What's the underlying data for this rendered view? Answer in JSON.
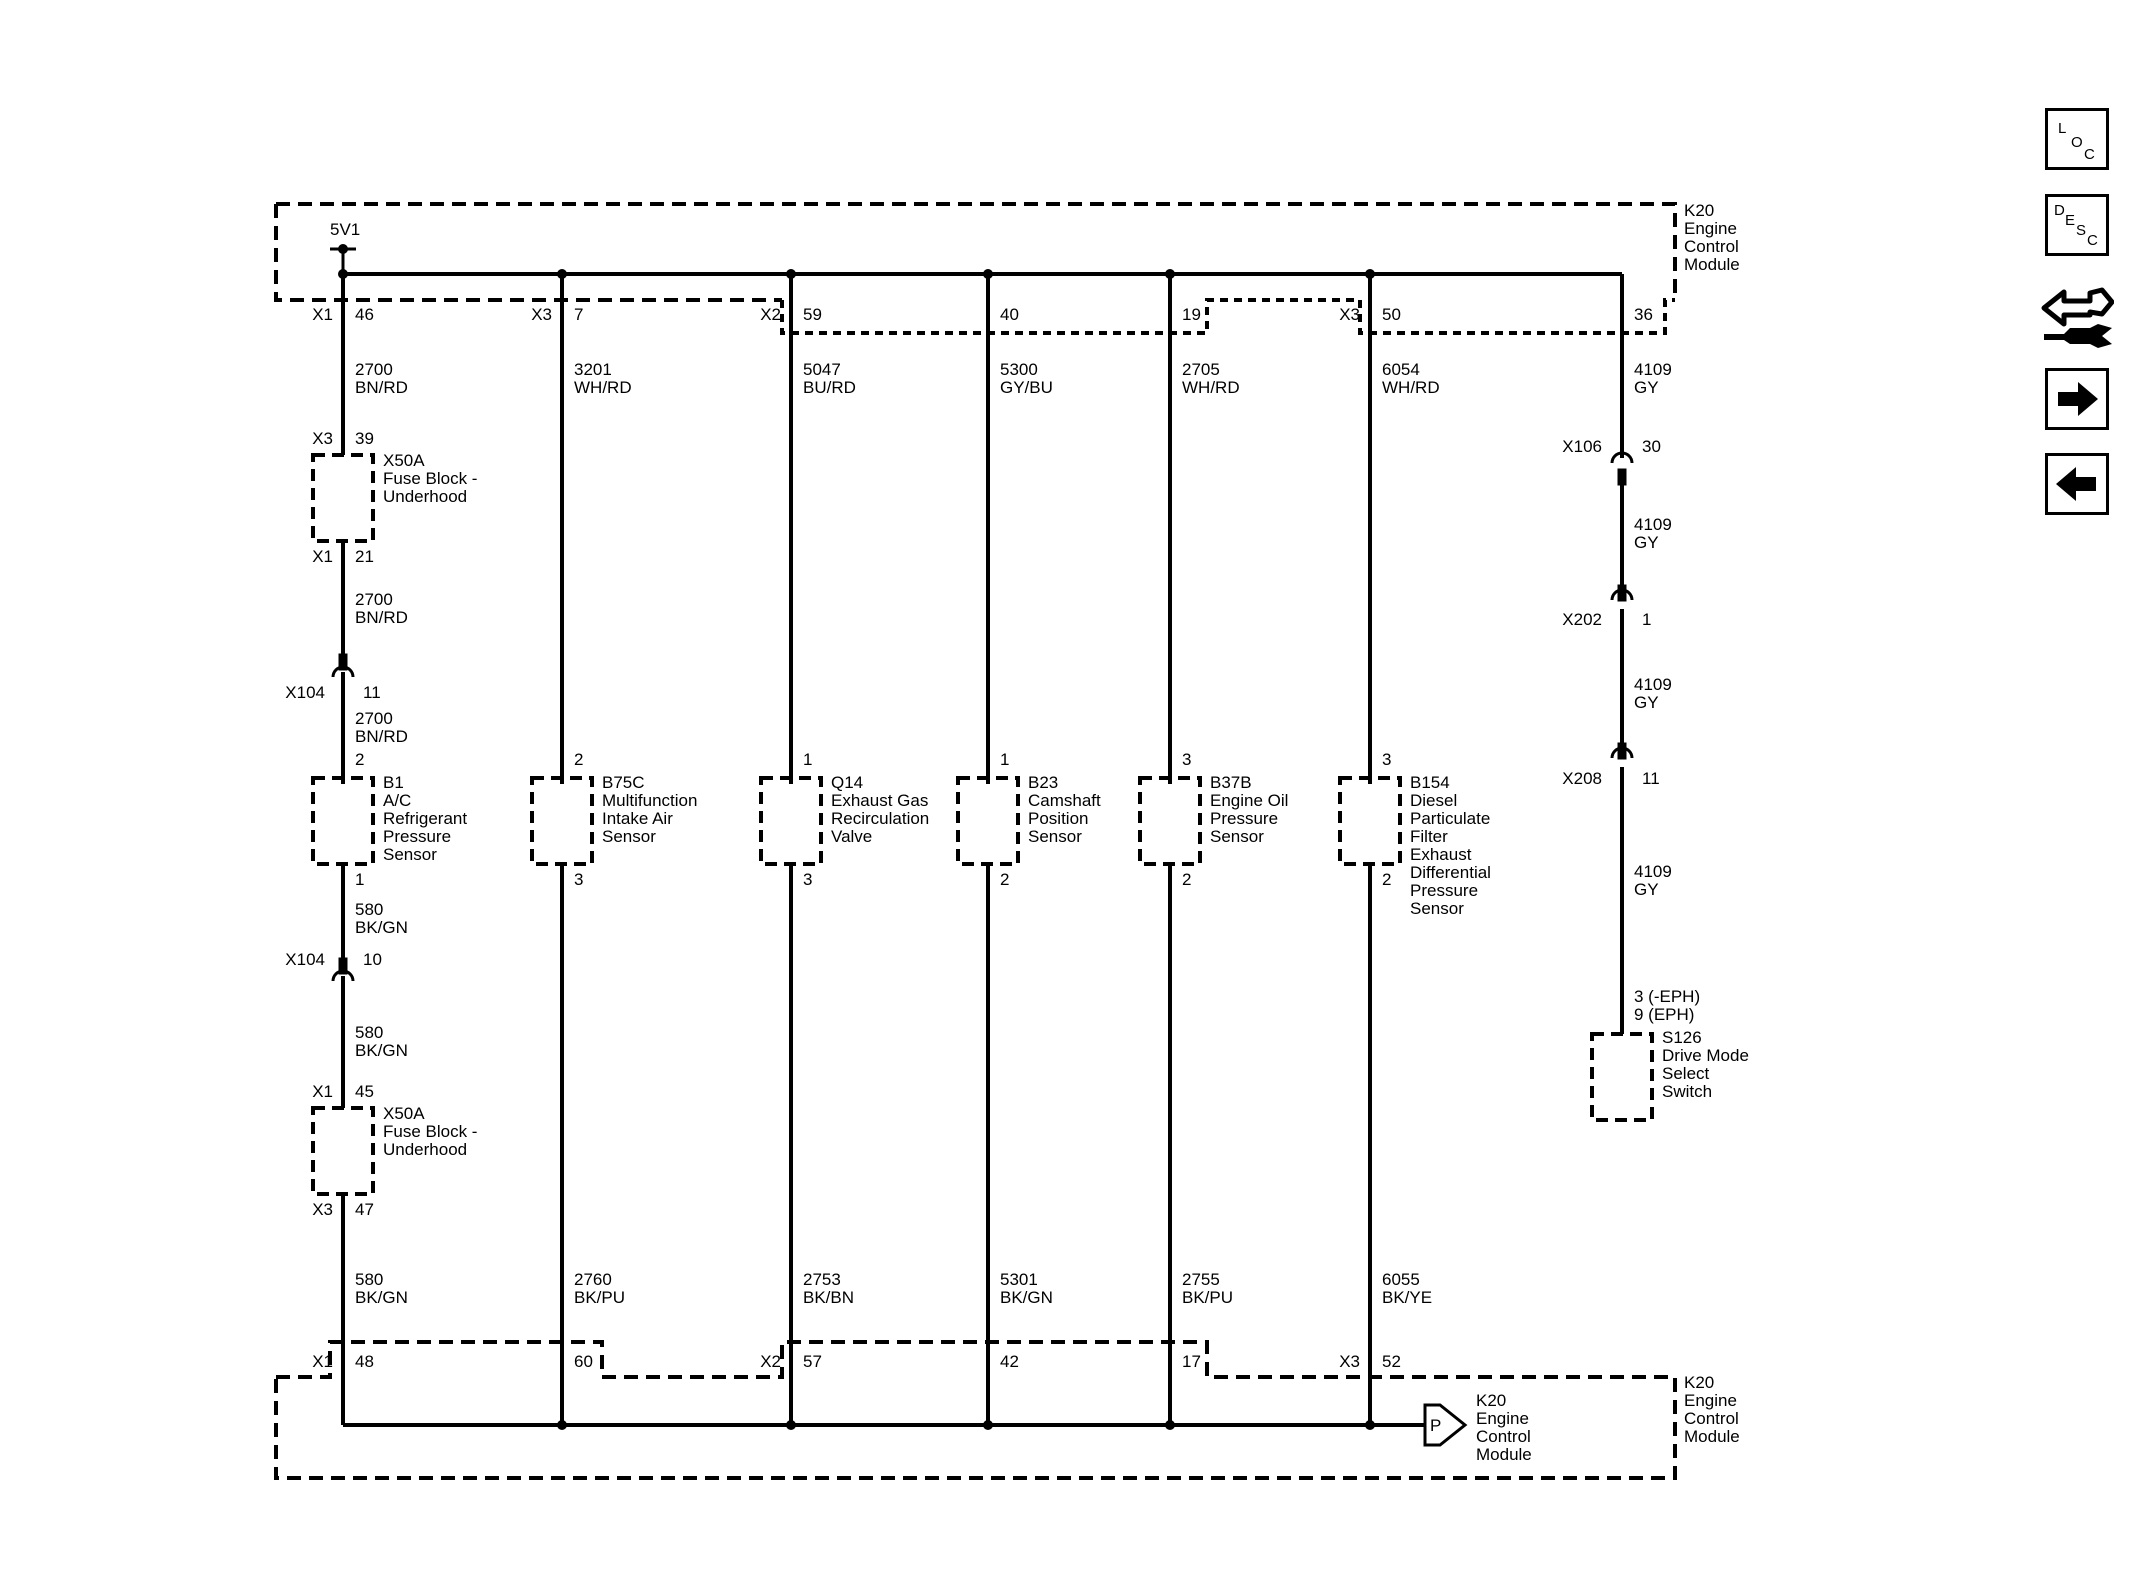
{
  "module_top": {
    "label": "K20\nEngine\nControl\nModule"
  },
  "module_bottom": {
    "label": "K20\nEngine\nControl\nModule"
  },
  "power": {
    "label": "5V1"
  },
  "ground_ref": {
    "label": "K20\nEngine\nControl\nModule",
    "symbol": "P"
  },
  "top_connectors": [
    {
      "id": "X1",
      "pin": "46"
    },
    {
      "id": "X3",
      "pin": "7"
    },
    {
      "id": "X2",
      "pin": "59"
    },
    {
      "id": "",
      "pin": "40"
    },
    {
      "id": "",
      "pin": "19"
    },
    {
      "id": "X3",
      "pin": "50"
    },
    {
      "id": "",
      "pin": "36"
    }
  ],
  "bottom_connectors": [
    {
      "id": "X1",
      "pin": "48"
    },
    {
      "id": "",
      "pin": "60"
    },
    {
      "id": "X2",
      "pin": "57"
    },
    {
      "id": "",
      "pin": "42"
    },
    {
      "id": "",
      "pin": "17"
    },
    {
      "id": "X3",
      "pin": "52"
    }
  ],
  "top_wires": [
    {
      "circuit": "2700",
      "color": "BN/RD"
    },
    {
      "circuit": "3201",
      "color": "WH/RD"
    },
    {
      "circuit": "5047",
      "color": "BU/RD"
    },
    {
      "circuit": "5300",
      "color": "GY/BU"
    },
    {
      "circuit": "2705",
      "color": "WH/RD"
    },
    {
      "circuit": "6054",
      "color": "WH/RD"
    },
    {
      "circuit": "4109",
      "color": "GY"
    }
  ],
  "bottom_wires": [
    {
      "circuit": "580",
      "color": "BK/GN"
    },
    {
      "circuit": "2760",
      "color": "BK/PU"
    },
    {
      "circuit": "2753",
      "color": "BK/BN"
    },
    {
      "circuit": "5301",
      "color": "BK/GN"
    },
    {
      "circuit": "2755",
      "color": "BK/PU"
    },
    {
      "circuit": "6055",
      "color": "BK/YE"
    }
  ],
  "left_branch": {
    "fuse_upper": {
      "top_id": "X3",
      "top_pin": "39",
      "bottom_id": "X1",
      "bottom_pin": "21",
      "label": "X50A\nFuse Block -\nUnderhood"
    },
    "wire_after_fuse_upper": {
      "circuit": "2700",
      "color": "BN/RD"
    },
    "inline_upper": {
      "id": "X104",
      "pin": "11"
    },
    "wire_after_inline_upper": {
      "circuit": "2700",
      "color": "BN/RD"
    },
    "sensor_in_wire": {
      "circuit": "580",
      "color": "BK/GN"
    },
    "inline_lower": {
      "id": "X104",
      "pin": "10"
    },
    "wire_after_inline_lower": {
      "circuit": "580",
      "color": "BK/GN"
    },
    "fuse_lower": {
      "top_id": "X1",
      "top_pin": "45",
      "bottom_id": "X3",
      "bottom_pin": "47",
      "label": "X50A\nFuse Block -\nUnderhood"
    }
  },
  "components": [
    {
      "pin_top": "2",
      "pin_bottom": "1",
      "label": "B1\nA/C\nRefrigerant\nPressure\nSensor"
    },
    {
      "pin_top": "2",
      "pin_bottom": "3",
      "label": "B75C\nMultifunction\nIntake Air\nSensor"
    },
    {
      "pin_top": "1",
      "pin_bottom": "3",
      "label": "Q14\nExhaust Gas\nRecirculation\nValve"
    },
    {
      "pin_top": "1",
      "pin_bottom": "2",
      "label": "B23\nCamshaft\nPosition\nSensor"
    },
    {
      "pin_top": "3",
      "pin_bottom": "2",
      "label": "B37B\nEngine Oil\nPressure\nSensor"
    },
    {
      "pin_top": "3",
      "pin_bottom": "2",
      "label": "B154\nDiesel\nParticulate\nFilter\nExhaust\nDifferential\nPressure\nSensor"
    }
  ],
  "right_branch": {
    "inline1": {
      "id": "X106",
      "pin": "30"
    },
    "wire1": {
      "circuit": "4109",
      "color": "GY"
    },
    "inline2": {
      "id": "X202",
      "pin": "1"
    },
    "wire2": {
      "circuit": "4109",
      "color": "GY"
    },
    "inline3": {
      "id": "X208",
      "pin": "11"
    },
    "wire3": {
      "circuit": "4109",
      "color": "GY"
    },
    "switch_pins": "3 (-EPH)\n9 (EPH)",
    "switch_label": "S126\nDrive Mode\nSelect\nSwitch"
  },
  "nav": {
    "loc": [
      "L",
      "O",
      "C"
    ],
    "desc": [
      "D",
      "E",
      "S",
      "C"
    ],
    "icons": [
      "connector-tools-icon",
      "arrow-right-icon",
      "arrow-left-icon"
    ]
  }
}
